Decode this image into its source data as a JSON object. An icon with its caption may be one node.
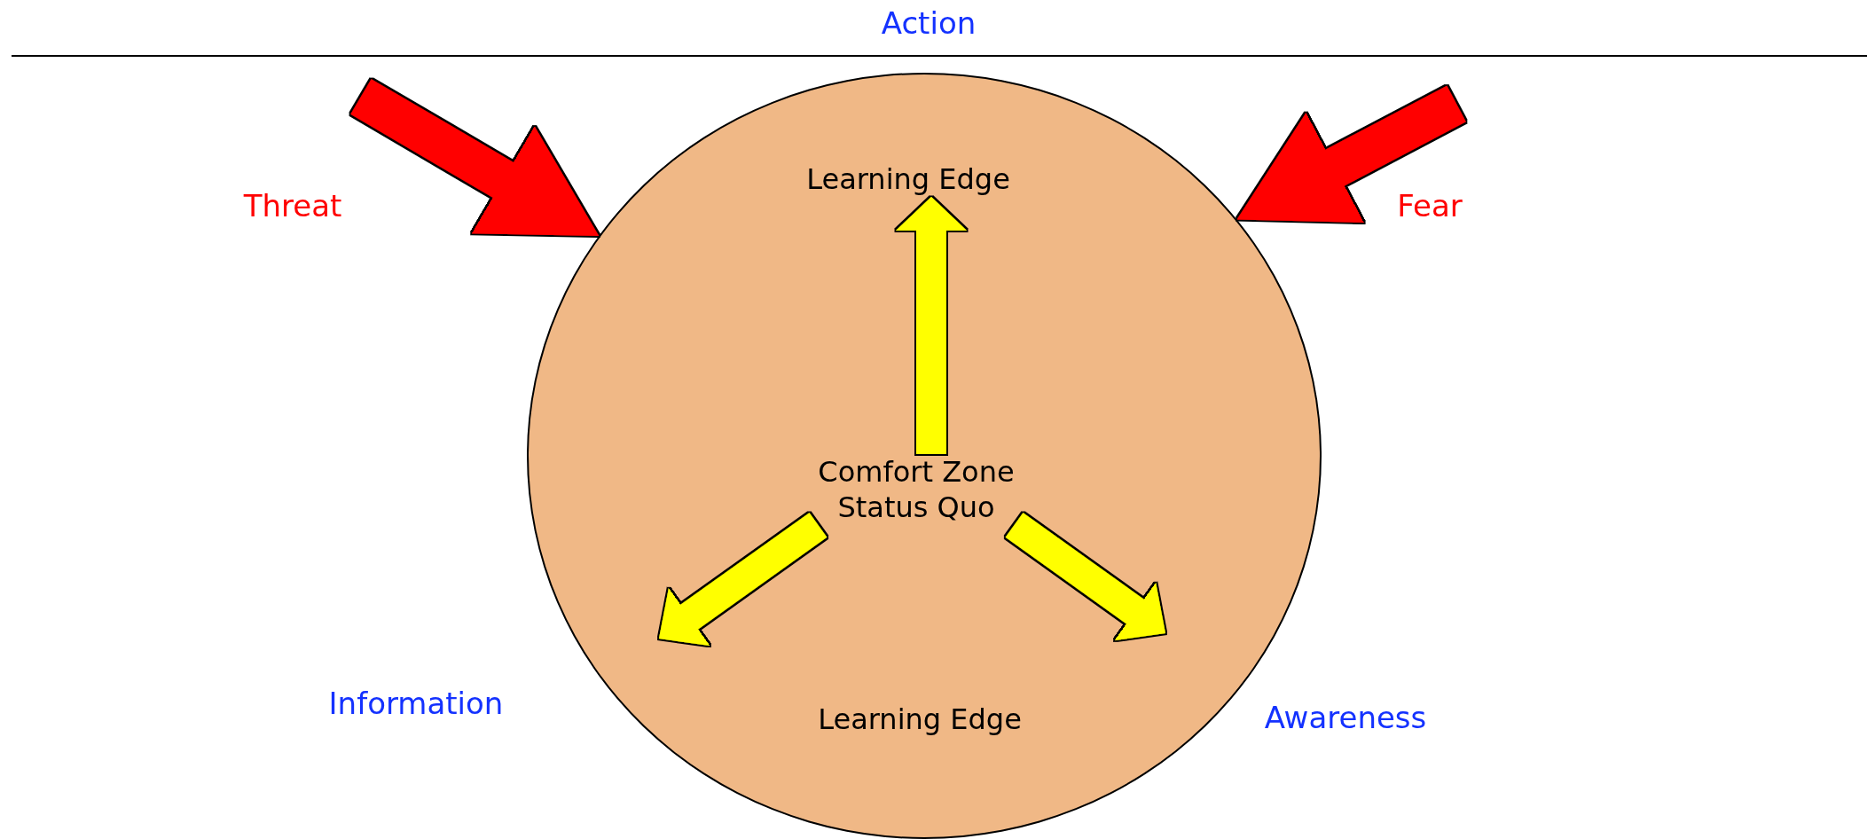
{
  "diagram": {
    "nodes": [
      {
        "text": [],
        "shape": "circle"
      },
      {
        "text": [
          "Learning Edge"
        ],
        "in": 0
      },
      {
        "text": [
          "Comfort Zone",
          "Status Quo"
        ],
        "in": 0
      },
      {
        "text": [
          "Learning Edge"
        ],
        "in": 0
      }
    ],
    "edges": [
      {
        "from": null,
        "to": 0,
        "arrow": "to",
        "label": "Threat",
        "color": "#ff0000"
      },
      {
        "from": null,
        "to": 0,
        "arrow": "to",
        "label": "Fear",
        "color": "#ff0000"
      },
      {
        "from": 2,
        "to": 1,
        "arrow": "to",
        "color": "#ffff00"
      },
      {
        "from": 2,
        "to": null,
        "arrow": "to",
        "color": "#ffff00"
      },
      {
        "from": 2,
        "to": null,
        "arrow": "to",
        "color": "#ffff00"
      }
    ],
    "labels": [
      "Action",
      "Information",
      "Awareness"
    ]
  }
}
